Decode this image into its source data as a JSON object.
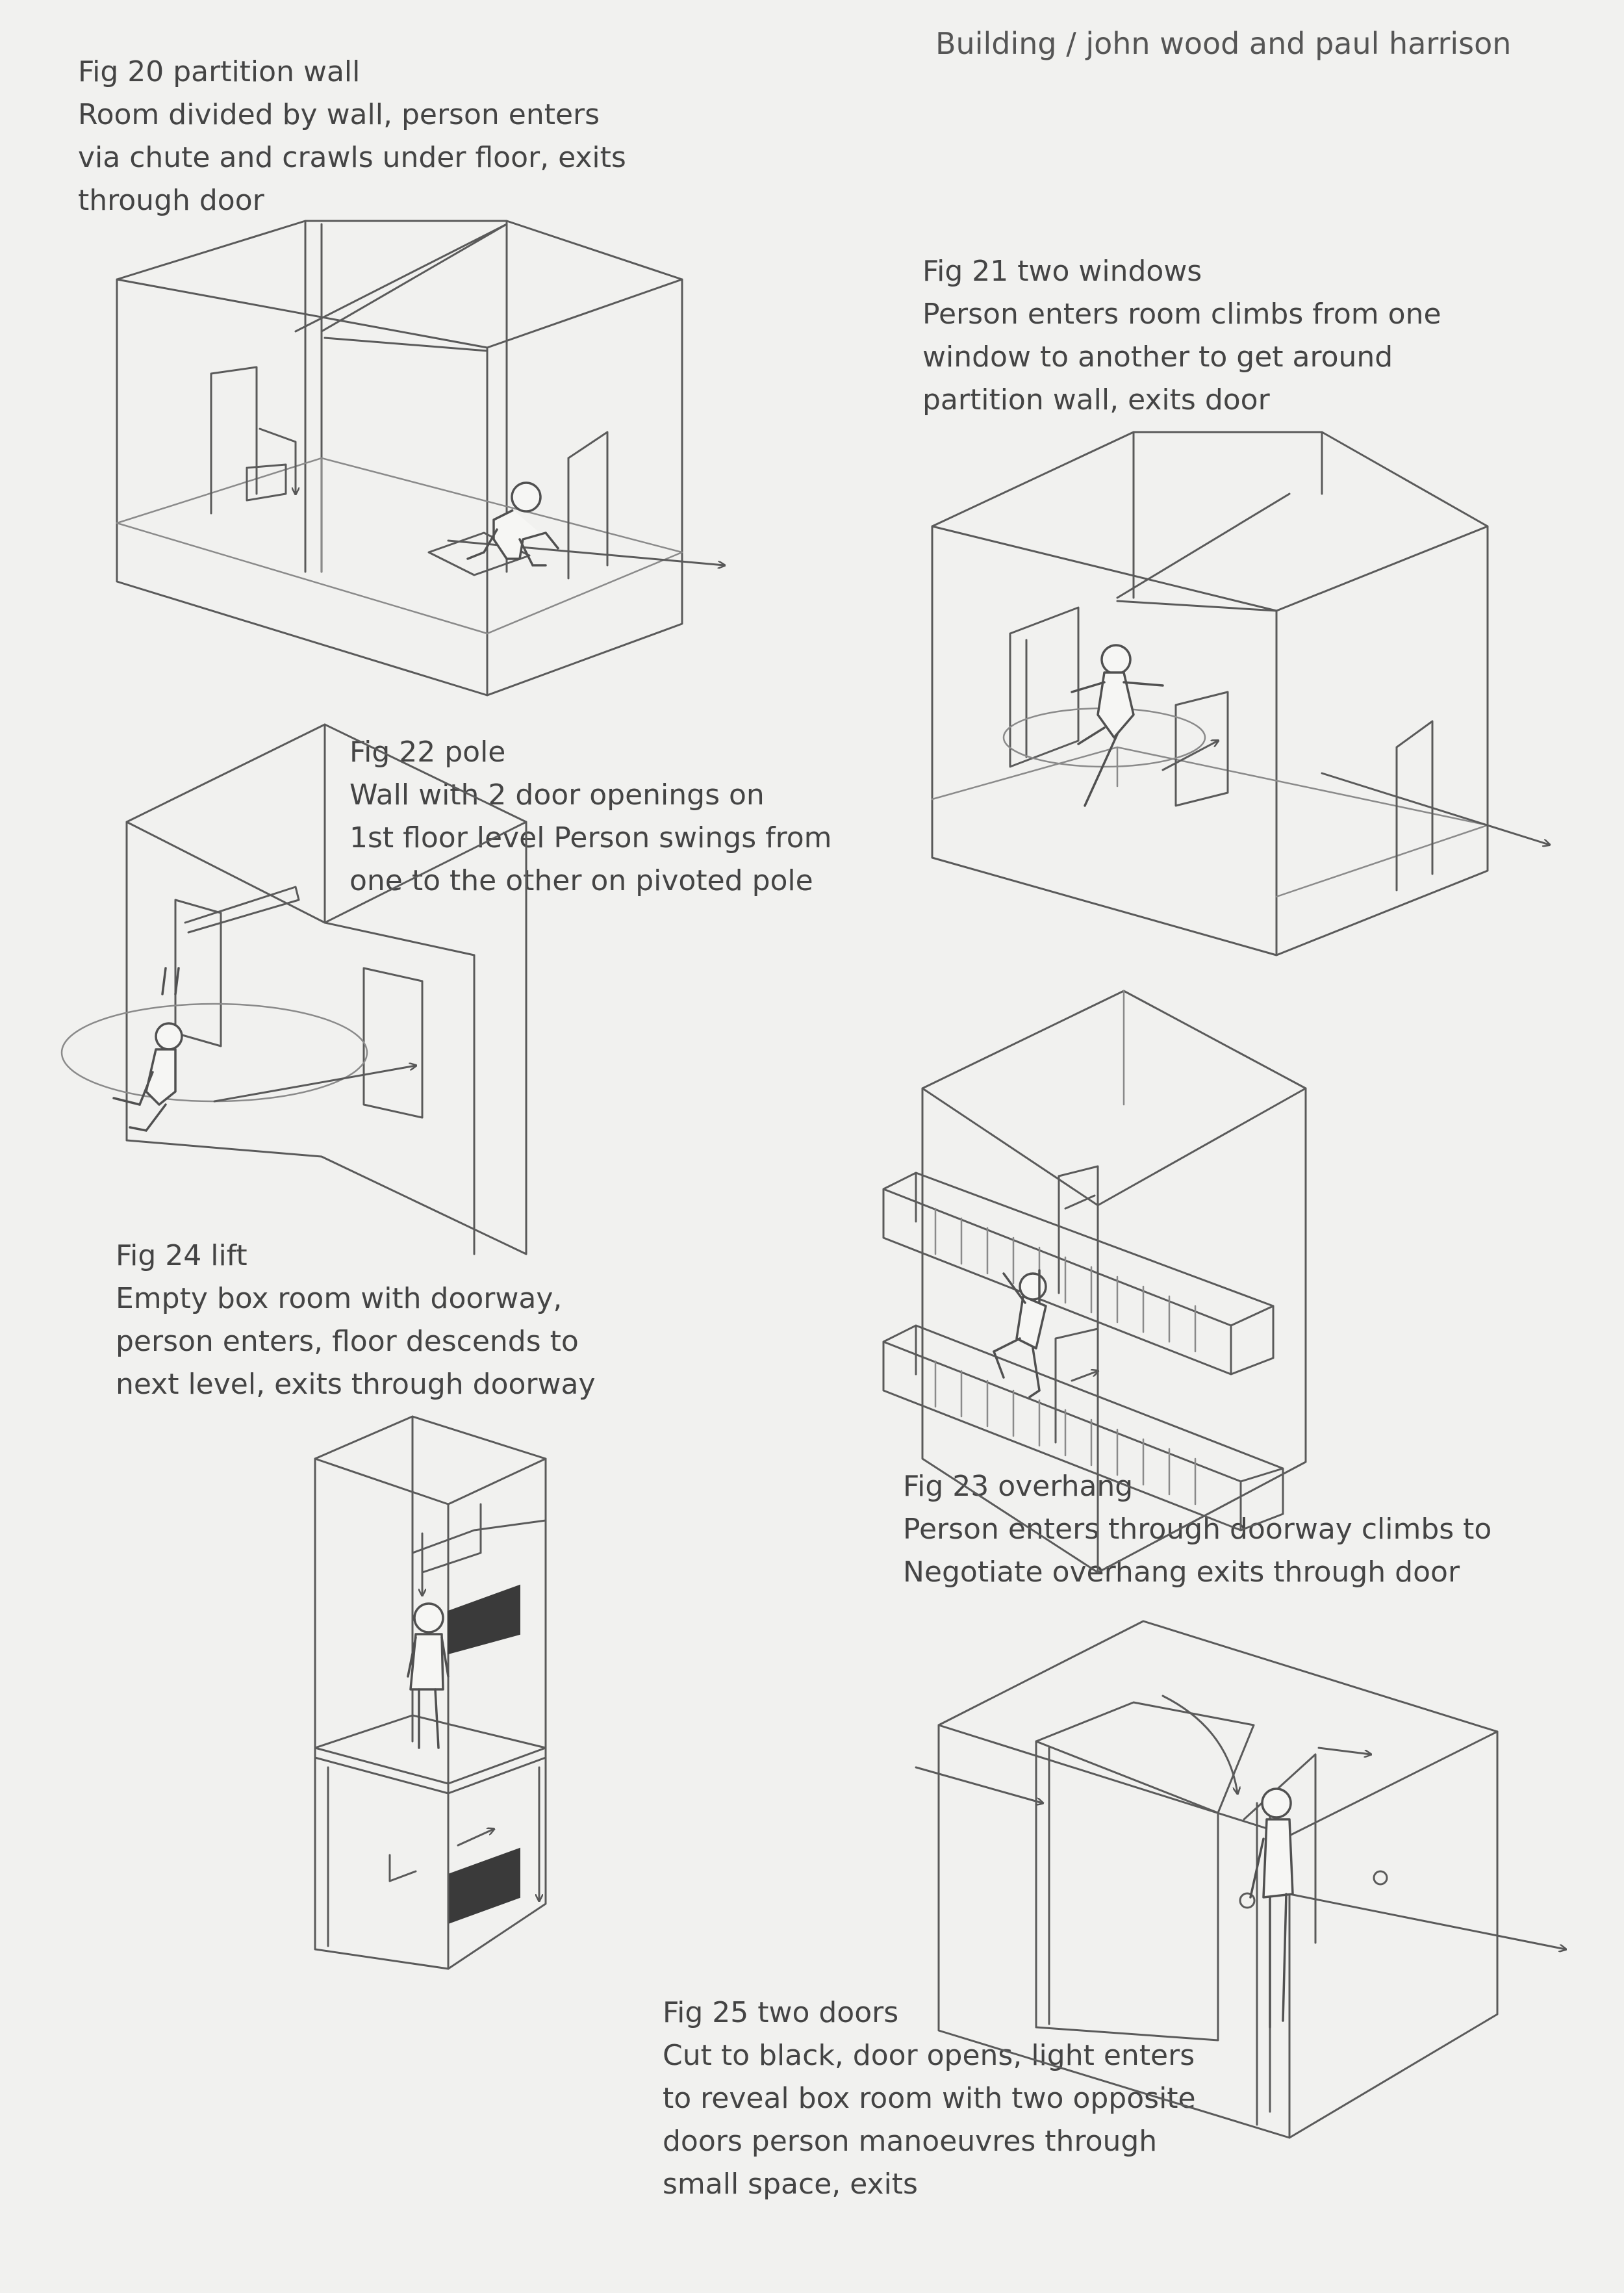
{
  "header": "Building / john wood and paul harrison",
  "figures": {
    "fig20": {
      "title": "Fig 20 partition wall",
      "lines": [
        "Room divided by wall, person enters",
        "via chute and crawls under floor, exits",
        "through door"
      ]
    },
    "fig21": {
      "title": "Fig 21 two windows",
      "lines": [
        "Person enters room climbs from one",
        "window to another to get around",
        "partition wall, exits door"
      ]
    },
    "fig22": {
      "title": "Fig 22 pole",
      "lines": [
        "Wall with 2 door openings on",
        "1st floor level Person swings from",
        "one to the other on pivoted pole"
      ]
    },
    "fig23": {
      "title": "Fig 23 overhang",
      "lines": [
        "Person enters through doorway climbs to",
        "Negotiate overhang exits through door"
      ]
    },
    "fig24": {
      "title": "Fig 24 lift",
      "lines": [
        "Empty box room with doorway,",
        "person enters, floor descends to",
        "next level, exits through doorway"
      ]
    },
    "fig25": {
      "title": "Fig 25 two doors",
      "lines": [
        "Cut to black, door opens, light enters",
        "to reveal box room with two opposite",
        "doors person manoeuvres through",
        "small space, exits"
      ]
    }
  }
}
